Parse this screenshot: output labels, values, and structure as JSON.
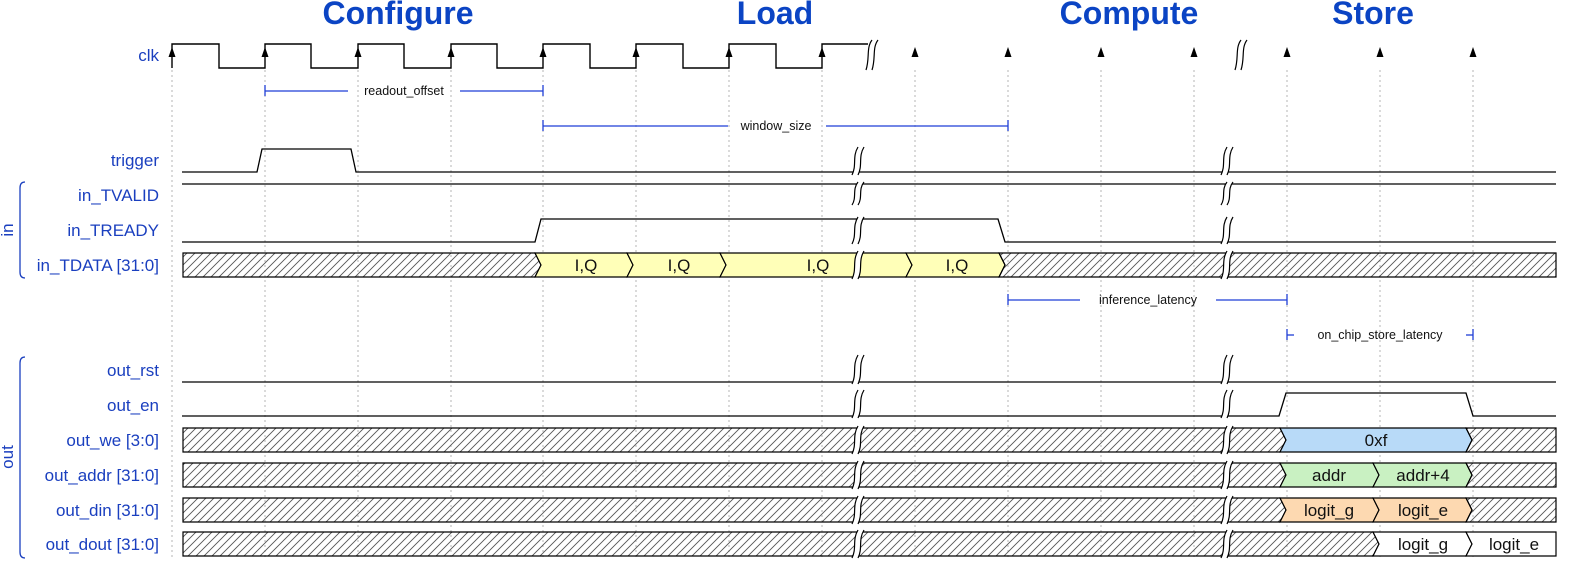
{
  "phases": [
    "Configure",
    "Load",
    "Compute",
    "Store"
  ],
  "groups": {
    "in": "in",
    "out": "out"
  },
  "signals": {
    "clk": "clk",
    "trigger": "trigger",
    "in_tvalid": "in_TVALID",
    "in_tready": "in_TREADY",
    "in_tdata": "in_TDATA [31:0]",
    "out_rst": "out_rst",
    "out_en": "out_en",
    "out_we": "out_we [3:0]",
    "out_addr": "out_addr [31:0]",
    "out_din": "out_din [31:0]",
    "out_dout": "out_dout [31:0]"
  },
  "measurements": {
    "readout_offset": "readout_offset",
    "window_size": "window_size",
    "inference_latency": "inference_latency",
    "on_chip_store_latency": "on_chip_store_latency"
  },
  "bus_values": {
    "iq": "I,Q",
    "we": "0xf",
    "addr": "addr",
    "addr_next": "addr+4",
    "logit_g": "logit_g",
    "logit_e": "logit_e"
  },
  "colors": {
    "label_blue": "#1a3fbf",
    "phase_blue": "#0b44c4",
    "measure_blue": "#1f3fd6",
    "yellow": "#ffffb8",
    "blue": "#b8daf8",
    "green": "#c9f1c2",
    "orange": "#fdd9b1"
  }
}
